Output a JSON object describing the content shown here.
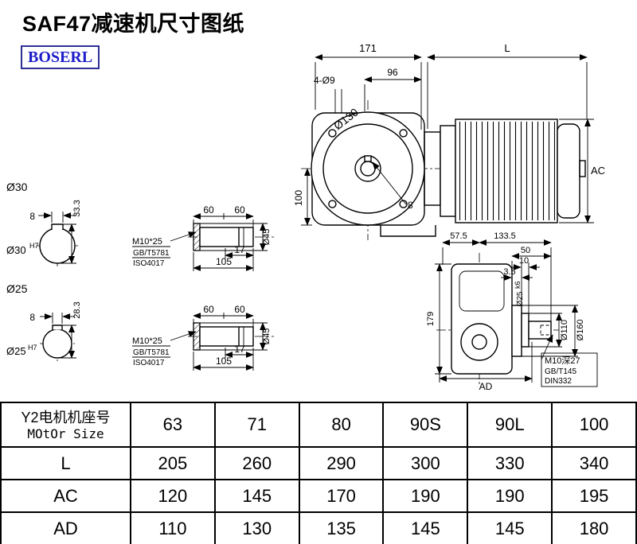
{
  "page": {
    "title": "SAF47减速机尺寸图纸",
    "logo_text": "BOSERL"
  },
  "front_view": {
    "dim_width_171": "171",
    "dim_motor_length": "L",
    "dim_96": "96",
    "hole_callout": "4-Ø9",
    "flange_dia": "Ø130",
    "dim_height_100": "100",
    "key_width": "8",
    "dim_motor_height": "AC"
  },
  "bore_section_30": {
    "dia": "Ø30",
    "key_width": "8",
    "key_height": "33.3",
    "fit_base": "Ø30",
    "fit_sup": "H7"
  },
  "bore_section_25": {
    "dia": "Ø25",
    "key_width": "8",
    "key_height": "28.3",
    "fit_base": "Ø25",
    "fit_sup": "H7"
  },
  "bolt_view_top": {
    "dim_60_left": "60",
    "dim_60_right": "60",
    "dim_17": "17",
    "dim_105": "105",
    "washer_dia": "Ø45",
    "callout": {
      "line1": "M10*25",
      "line2": "GB/T5781",
      "line3": "ISO4017"
    }
  },
  "bolt_view_bottom": {
    "dim_60_left": "60",
    "dim_60_right": "60",
    "dim_17": "17",
    "dim_105": "105",
    "washer_dia": "Ø45",
    "callout": {
      "line1": "M10*25",
      "line2": "GB/T5781",
      "line3": "ISO4017"
    }
  },
  "side_view": {
    "dim_57_5": "57.5",
    "dim_133_5": "133.5",
    "dim_50": "50",
    "dim_10": "10",
    "dim_3_5": "3.5",
    "shaft_fit_base": "Ø25",
    "shaft_fit_sup": "k6",
    "dim_dia_110": "Ø110",
    "dim_dia_160": "Ø160",
    "dim_height_179": "179",
    "dim_AD": "AD",
    "callout": {
      "line1": "M10深27",
      "line2": "GB/T145",
      "line3": "DIN332"
    }
  },
  "table": {
    "header": {
      "line1": "Y2电机机座号",
      "line2": "MOtOr Size",
      "sizes": [
        "63",
        "71",
        "80",
        "90S",
        "90L",
        "100"
      ]
    },
    "rows": [
      {
        "label": "L",
        "values": [
          "205",
          "260",
          "290",
          "300",
          "330",
          "340"
        ]
      },
      {
        "label": "AC",
        "values": [
          "120",
          "145",
          "170",
          "190",
          "190",
          "195"
        ]
      },
      {
        "label": "AD",
        "values": [
          "110",
          "130",
          "135",
          "145",
          "145",
          "180"
        ]
      }
    ]
  }
}
